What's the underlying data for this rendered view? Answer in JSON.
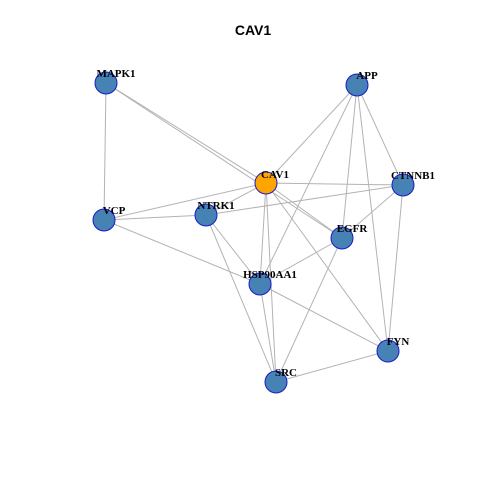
{
  "title": "CAV1",
  "colors": {
    "focus_node": "#ffa500",
    "node": "#4682b4",
    "node_border": "#1a1acc",
    "edge": "#b3b3b3"
  },
  "nodes": [
    {
      "id": "MAPK1",
      "label": "MAPK1",
      "focus": false
    },
    {
      "id": "APP",
      "label": "APP",
      "focus": false
    },
    {
      "id": "CAV1",
      "label": "CAV1",
      "focus": true
    },
    {
      "id": "CTNNB1",
      "label": "CTNNB1",
      "focus": false
    },
    {
      "id": "VCP",
      "label": "VCP",
      "focus": false
    },
    {
      "id": "NTRK1",
      "label": "NTRK1",
      "focus": false
    },
    {
      "id": "EGFR",
      "label": "EGFR",
      "focus": false
    },
    {
      "id": "HSP90AA1",
      "label": "HSP90AA1",
      "focus": false
    },
    {
      "id": "FYN",
      "label": "FYN",
      "focus": false
    },
    {
      "id": "SRC",
      "label": "SRC",
      "focus": false
    }
  ],
  "edges": [
    [
      "MAPK1",
      "VCP"
    ],
    [
      "MAPK1",
      "CAV1"
    ],
    [
      "MAPK1",
      "EGFR"
    ],
    [
      "APP",
      "CAV1"
    ],
    [
      "APP",
      "CTNNB1"
    ],
    [
      "APP",
      "EGFR"
    ],
    [
      "APP",
      "HSP90AA1"
    ],
    [
      "APP",
      "FYN"
    ],
    [
      "CAV1",
      "CTNNB1"
    ],
    [
      "CAV1",
      "VCP"
    ],
    [
      "CAV1",
      "NTRK1"
    ],
    [
      "CAV1",
      "EGFR"
    ],
    [
      "CAV1",
      "HSP90AA1"
    ],
    [
      "CAV1",
      "SRC"
    ],
    [
      "CAV1",
      "FYN"
    ],
    [
      "CTNNB1",
      "NTRK1"
    ],
    [
      "CTNNB1",
      "EGFR"
    ],
    [
      "CTNNB1",
      "FYN"
    ],
    [
      "VCP",
      "NTRK1"
    ],
    [
      "VCP",
      "HSP90AA1"
    ],
    [
      "NTRK1",
      "HSP90AA1"
    ],
    [
      "NTRK1",
      "SRC"
    ],
    [
      "HSP90AA1",
      "EGFR"
    ],
    [
      "HSP90AA1",
      "SRC"
    ],
    [
      "HSP90AA1",
      "FYN"
    ],
    [
      "EGFR",
      "SRC"
    ],
    [
      "SRC",
      "FYN"
    ]
  ]
}
